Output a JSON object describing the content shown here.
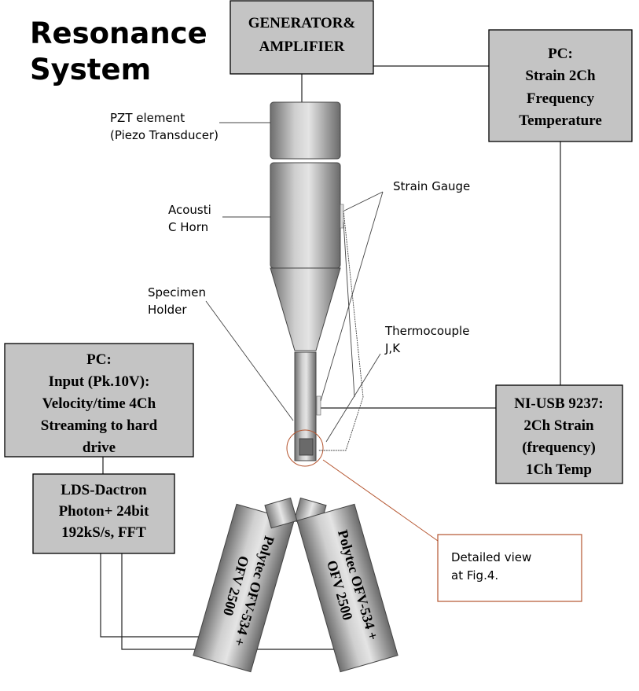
{
  "title": [
    "Resonance",
    "System"
  ],
  "boxes": {
    "generator": [
      "GENERATOR&",
      "AMPLIFIER"
    ],
    "pc_strain": [
      "PC:",
      "Strain 2Ch",
      "Frequency",
      "Temperature"
    ],
    "pc_input": [
      "PC:",
      "Input (Pk.10V):",
      "Velocity/time 4Ch",
      "Streaming to hard",
      "drive"
    ],
    "nidaq": [
      "NI-USB 9237:",
      "2Ch Strain",
      "(frequency)",
      "1Ch Temp"
    ],
    "lds": [
      "LDS-Dactron",
      "Photon+ 24bit",
      "192kS/s, FFT"
    ],
    "detail": [
      "Detailed view",
      "at Fig.4."
    ]
  },
  "labels": {
    "pzt": [
      "PZT element",
      "(Piezo Transducer)"
    ],
    "horn": [
      "Acousti",
      "C Horn"
    ],
    "holder": [
      "Specimen",
      "Holder"
    ],
    "strain_gauge": [
      "Strain Gauge"
    ],
    "thermocouple": [
      "Thermocouple",
      "J,K"
    ]
  },
  "vibrometers": {
    "left": [
      "Polytec OFV-534 +",
      "OFV 2500"
    ],
    "right": [
      "Polytec OFV-534 +",
      "OFV 2500"
    ]
  },
  "colors": {
    "box_fill": "#c4c4c4",
    "metal_dark": "#6e6e6e",
    "metal_light": "#e4e4e4",
    "callout": "#b5552f"
  }
}
